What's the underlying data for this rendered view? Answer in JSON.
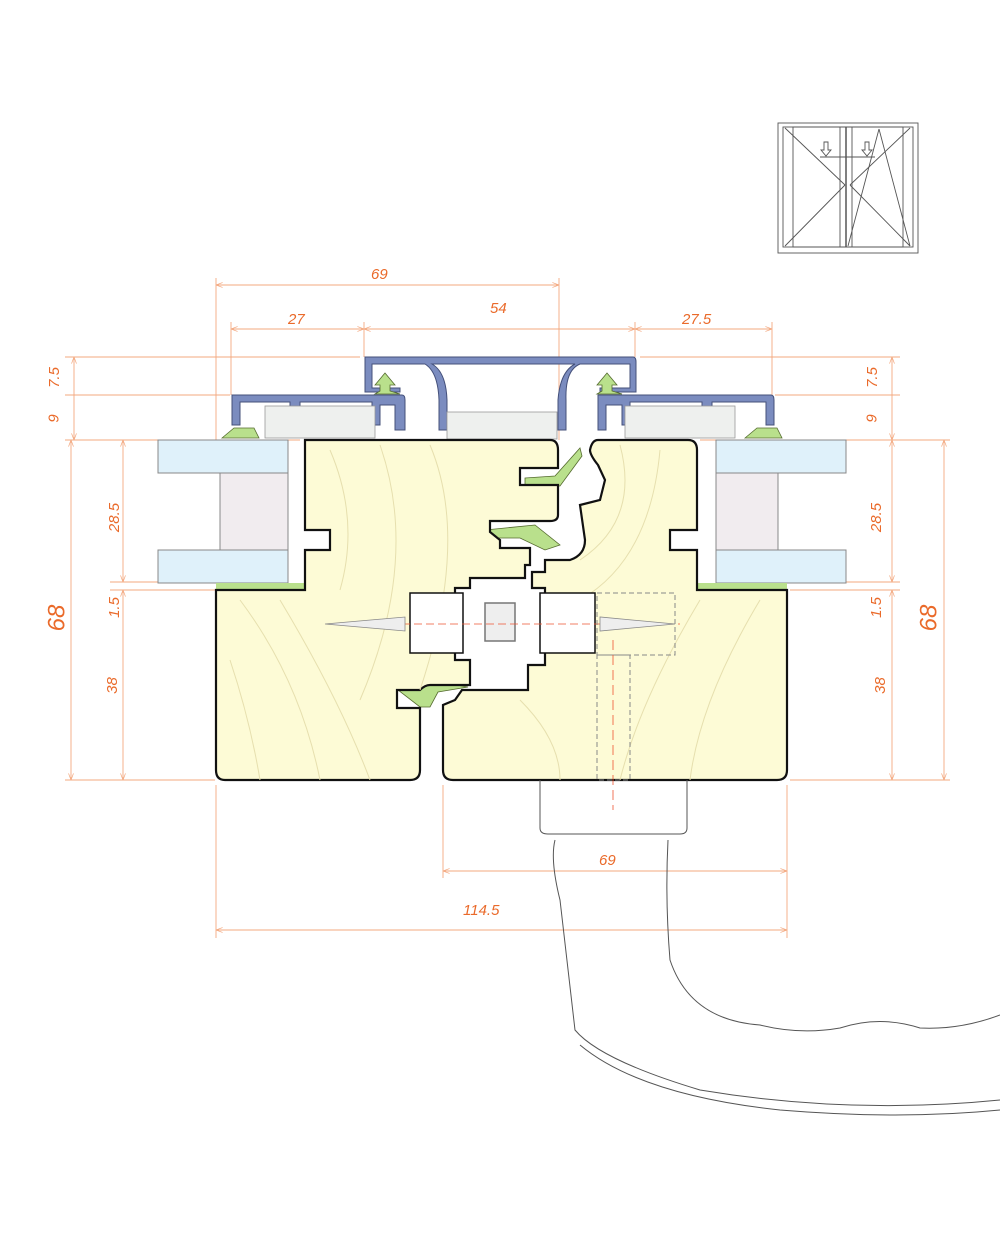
{
  "drawing": {
    "colors": {
      "dimension": "#ea6a2a",
      "aluminium": "#7b8cbf",
      "wood": "#fdfbd6",
      "gasket": "#b9e08c",
      "glass": "#dff1fa",
      "outline": "#111111"
    },
    "top_dimensions": {
      "overall_top": "69",
      "left": "27",
      "middle": "54",
      "right": "27.5"
    },
    "left_dimensions": {
      "d1": "7.5",
      "d2": "9",
      "d3": "28.5",
      "d4": "1.5",
      "d5": "38",
      "total": "68"
    },
    "right_dimensions": {
      "d1": "7.5",
      "d2": "9",
      "d3": "28.5",
      "d4": "1.5",
      "d5": "38",
      "total": "68"
    },
    "bottom_dimensions": {
      "inner": "69",
      "overall": "114.5"
    },
    "window_icon": "double-casement-tilt-turn-window-icon"
  }
}
